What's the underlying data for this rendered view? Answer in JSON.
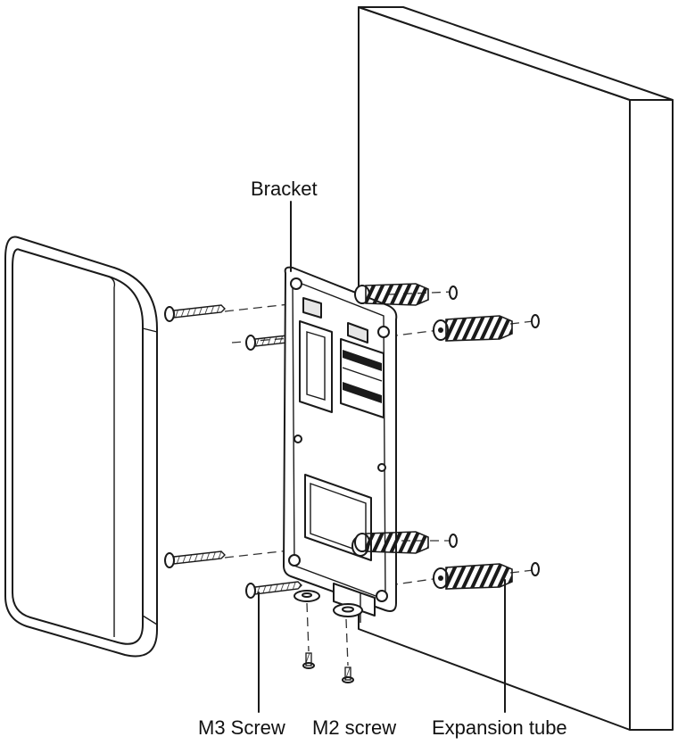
{
  "labels": {
    "bracket": "Bracket",
    "m3_screw": "M3 Screw",
    "m2_screw": "M2 screw",
    "expansion_tube": "Expansion tube"
  }
}
